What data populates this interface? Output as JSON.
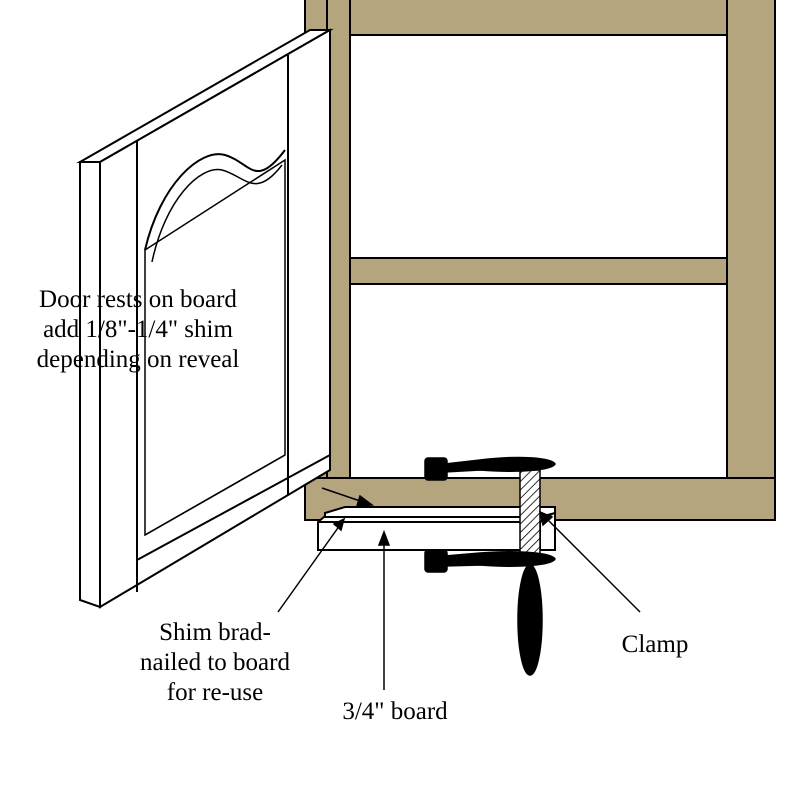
{
  "colors": {
    "cabinet": "#b5a57f",
    "outline": "#000000",
    "door": "#ffffff",
    "clamp": "#000000",
    "background": "#ffffff"
  },
  "labels": {
    "door_note": [
      "Door rests on board",
      "add 1/8\"-1/4\" shim",
      "depending on reveal"
    ],
    "shim_note": [
      "Shim brad-",
      "nailed to board",
      "for re-use"
    ],
    "board_note": "3/4\" board",
    "clamp_note": "Clamp"
  }
}
